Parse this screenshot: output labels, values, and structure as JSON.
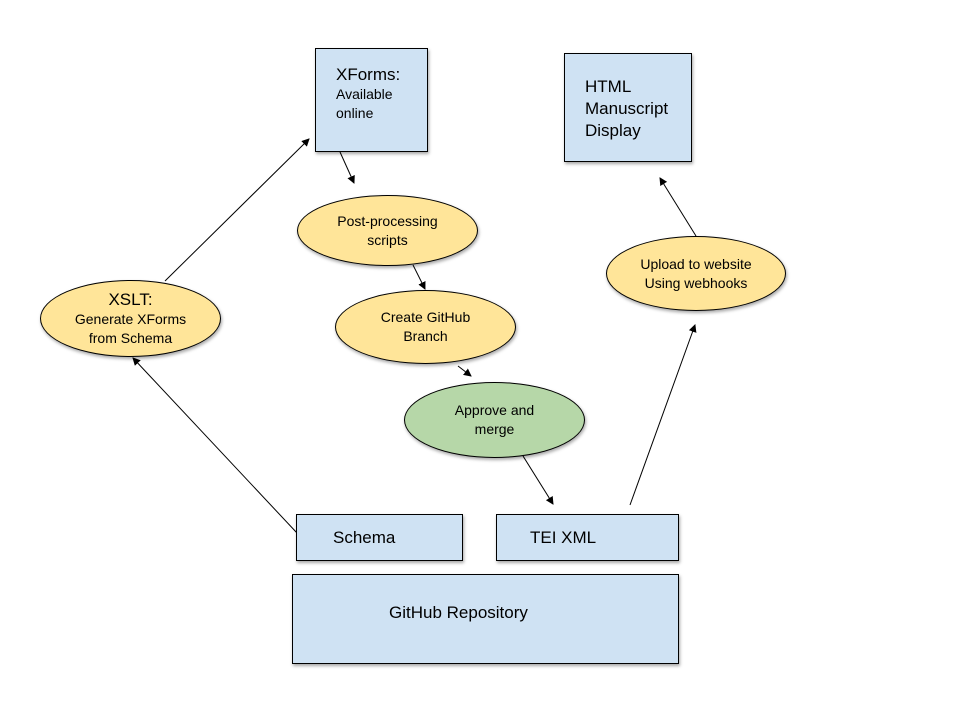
{
  "nodes": {
    "xforms": {
      "title": "XForms:",
      "line1": "Available",
      "line2": "online"
    },
    "html_display": {
      "line1": "HTML",
      "line2": "Manuscript",
      "line3": "Display"
    },
    "postproc": {
      "line1": "Post-processing",
      "line2": "scripts"
    },
    "upload": {
      "line1": "Upload to website",
      "line2": "Using webhooks"
    },
    "xslt": {
      "title": "XSLT:",
      "line1": "Generate XForms",
      "line2": "from Schema"
    },
    "branch": {
      "line1": "Create GitHub",
      "line2": "Branch"
    },
    "approve": {
      "line1": "Approve and",
      "line2": "merge"
    },
    "schema": {
      "label": "Schema"
    },
    "tei": {
      "label": "TEI XML"
    },
    "repo": {
      "label": "GitHub Repository"
    }
  },
  "colors": {
    "box_fill": "#cfe2f3",
    "process_fill": "#ffe599",
    "approve_fill": "#b6d7a8",
    "stroke": "#000000"
  }
}
